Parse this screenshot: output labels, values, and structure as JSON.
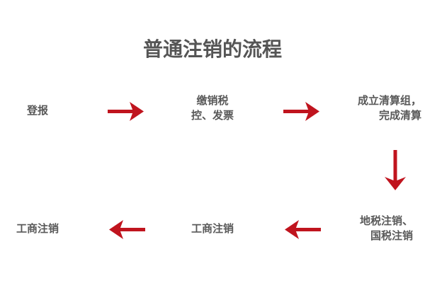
{
  "title": "普通注销的流程",
  "colors": {
    "arrow": "#c0141e",
    "text": "#595959",
    "background": "#ffffff"
  },
  "nodes": [
    {
      "id": "register",
      "lines": [
        "登报"
      ]
    },
    {
      "id": "tax-control",
      "lines": [
        "缴销税",
        "控、发票"
      ]
    },
    {
      "id": "liquidation",
      "lines": [
        "成立清算组，",
        "完成清算"
      ]
    },
    {
      "id": "tax-cancel",
      "lines": [
        "地税注销、",
        "国税注销"
      ]
    },
    {
      "id": "business-cancel-1",
      "lines": [
        "工商注销"
      ]
    },
    {
      "id": "business-cancel-2",
      "lines": [
        "工商注销"
      ]
    }
  ],
  "arrows": [
    {
      "from": "register",
      "to": "tax-control",
      "direction": "right"
    },
    {
      "from": "tax-control",
      "to": "liquidation",
      "direction": "right"
    },
    {
      "from": "liquidation",
      "to": "tax-cancel",
      "direction": "down"
    },
    {
      "from": "tax-cancel",
      "to": "business-cancel-1",
      "direction": "left"
    },
    {
      "from": "business-cancel-1",
      "to": "business-cancel-2",
      "direction": "left"
    }
  ]
}
